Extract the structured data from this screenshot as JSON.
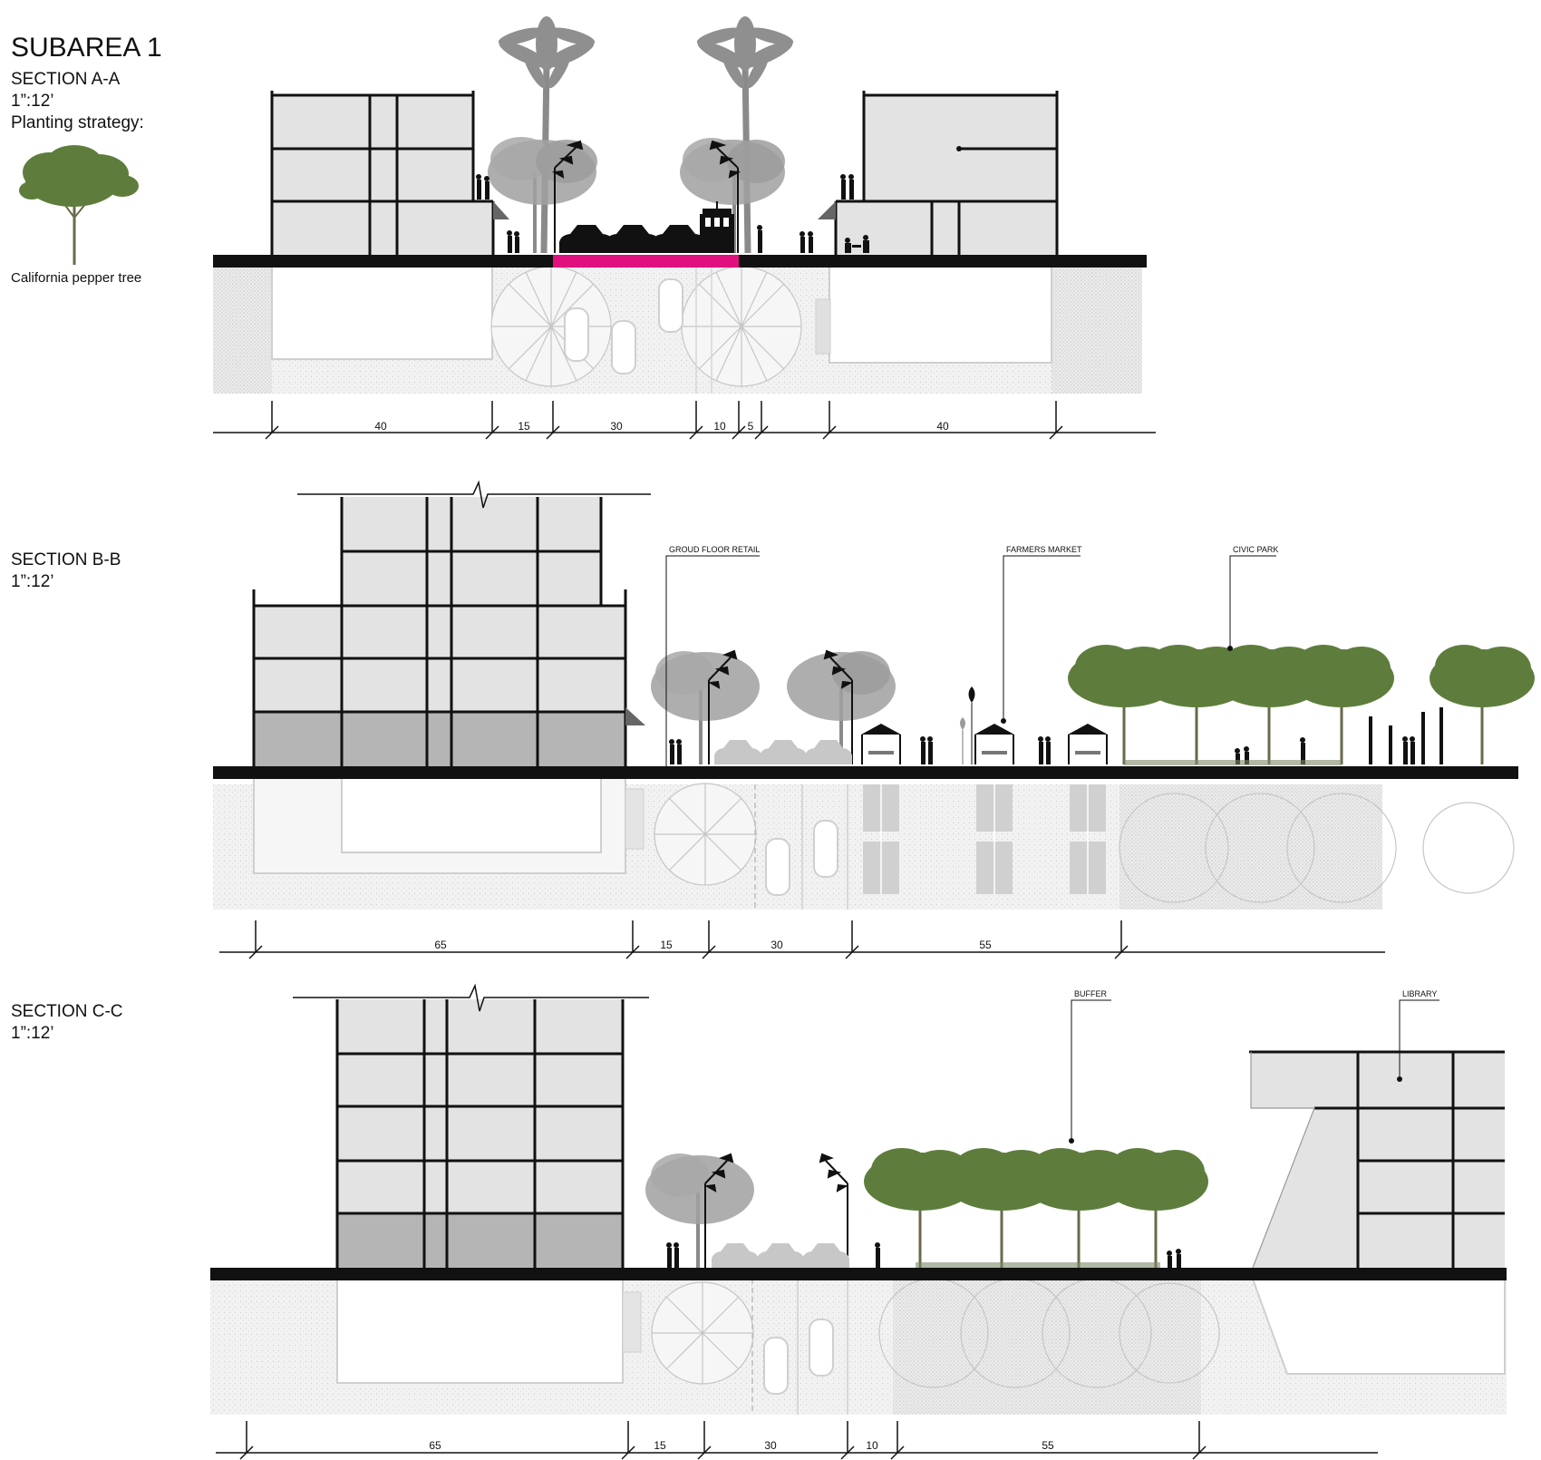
{
  "header": {
    "title": "SUBAREA 1",
    "section_a": "SECTION A-A",
    "scale_a": "1”:12’",
    "planting": "Planting strategy:",
    "tree_name": "California pepper tree"
  },
  "section_b": {
    "title": "SECTION B-B",
    "scale": "1”:12’"
  },
  "section_c": {
    "title": "SECTION C-C",
    "scale": "1”:12’"
  },
  "labels": {
    "ground_retail": "GROUD FLOOR RETAIL",
    "farmers_market": "FARMERS MARKET",
    "civic_park": "CIVIC PARK",
    "buffer": "BUFFER",
    "library": "LIBRARY"
  },
  "dimensions": {
    "a": [
      "40",
      "15",
      "30",
      "10",
      "5",
      "40"
    ],
    "b": [
      "65",
      "15",
      "30",
      "55"
    ],
    "c": [
      "65",
      "15",
      "30",
      "10",
      "55"
    ]
  },
  "colors": {
    "building_fill": "#e3e3e3",
    "building_dark": "#b5b5b5",
    "ground": "#111111",
    "tram_lane": "#e0117f",
    "tree_green": "#5e7d3d",
    "tree_gray": "#9a9a9a",
    "plan_fill": "#f1f1f1"
  }
}
